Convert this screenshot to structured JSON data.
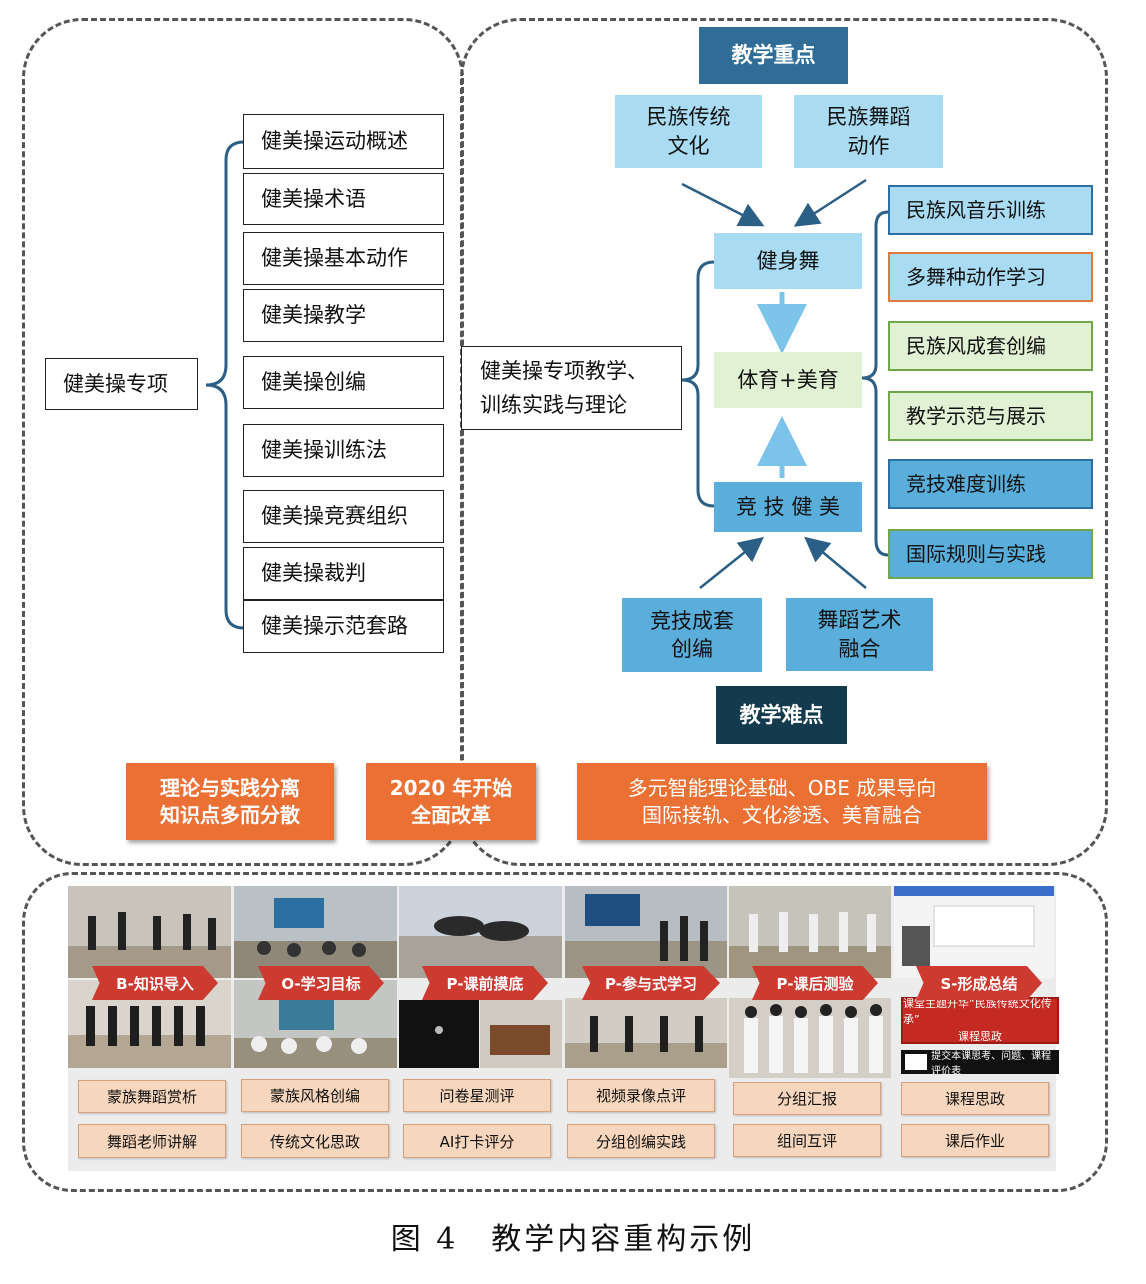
{
  "left": {
    "root": "健美操专项",
    "items": [
      "健美操运动概述",
      "健美操术语",
      "健美操基本动作",
      "健美操教学",
      "健美操创编",
      "健美操训练法",
      "健美操竞赛组织",
      "健美操裁判",
      "健美操示范套路"
    ]
  },
  "center": {
    "line1": "健美操专项教学、",
    "line2": "训练实践与理论"
  },
  "right": {
    "key_points": "教学重点",
    "top_left": [
      "民族传统",
      "文化"
    ],
    "top_right": [
      "民族舞蹈",
      "动作"
    ],
    "fitness_dance": "健身舞",
    "pe_aesthetic": "体育+美育",
    "competitive": "竞 技 健 美",
    "bottom_left": [
      "竞技成套",
      "创编"
    ],
    "bottom_right": [
      "舞蹈艺术",
      "融合"
    ],
    "difficulties": "教学难点",
    "items": [
      "民族风音乐训练",
      "多舞种动作学习",
      "民族风成套创编",
      "教学示范与展示",
      "竞技难度训练",
      "国际规则与实践"
    ]
  },
  "banners": [
    [
      "理论与实践分离",
      "知识点多而分散"
    ],
    [
      "2020 年开始",
      "全面改革"
    ],
    [
      "多元智能理论基础、OBE 成果导向",
      "国际接轨、文化渗透、美育融合"
    ]
  ],
  "stages": [
    {
      "label": "B-知识导入",
      "tags": [
        "蒙族舞蹈赏析",
        "舞蹈老师讲解"
      ]
    },
    {
      "label": "O-学习目标",
      "tags": [
        "蒙族风格创编",
        "传统文化思政"
      ]
    },
    {
      "label": "P-课前摸底",
      "tags": [
        "问卷星测评",
        "AI打卡评分"
      ]
    },
    {
      "label": "P-参与式学习",
      "tags": [
        "视频录像点评",
        "分组创编实践"
      ]
    },
    {
      "label": "P-课后测验",
      "tags": [
        "分组汇报",
        "组间互评"
      ]
    },
    {
      "label": "S-形成总结",
      "tags": [
        "课程思政",
        "课后作业"
      ]
    }
  ],
  "screen_texts": {
    "red_line1": "课堂主题升华“民族传统文化传承”",
    "red_line2": "课程思政",
    "dark_text": "提交本课思考、问题、课程评价表"
  },
  "caption": "图 4　教学内容重构示例",
  "colors": {
    "orange": "#ea7034",
    "dark_blue": "#2f6d96",
    "navy": "#143a4d",
    "light_blue": "#a9dcf3",
    "mid_blue": "#5aaedc",
    "light_green": "#e1f1d4",
    "stage_red": "#cc3a30",
    "tag_fill": "#f6d6bc"
  }
}
